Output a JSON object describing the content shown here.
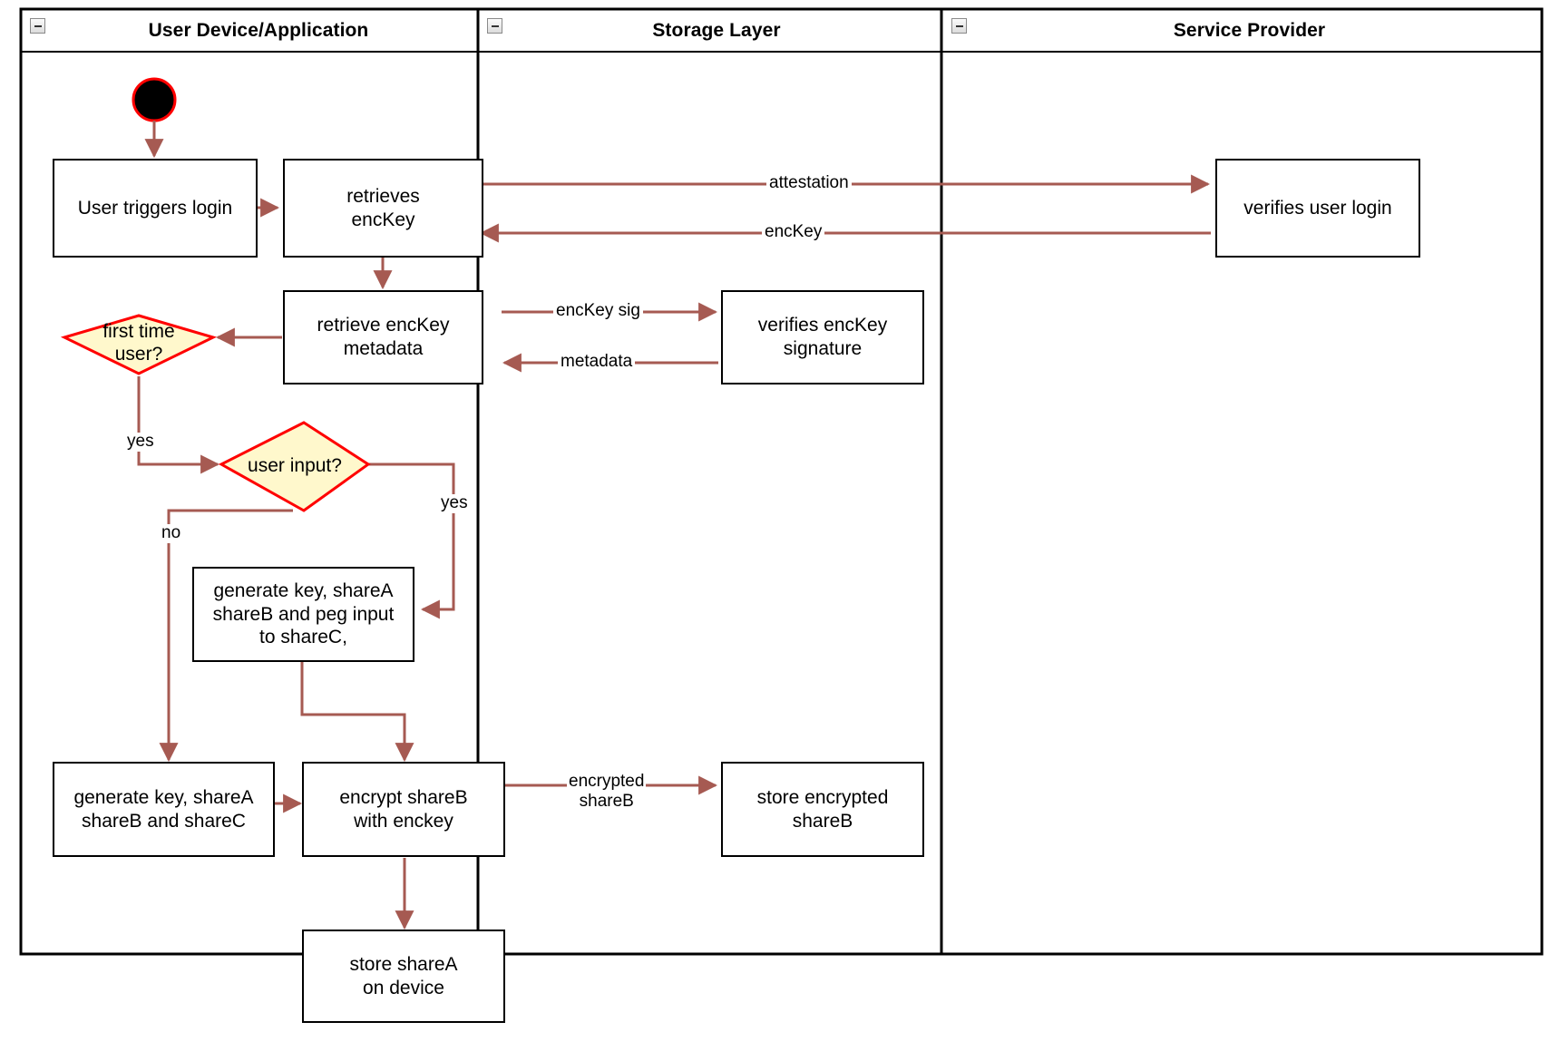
{
  "diagram": {
    "type": "uml-activity-swimlane",
    "colors": {
      "edge": "#a65a52",
      "node_border": "#000000",
      "node_fill": "#ffffff",
      "decision_fill": "#fff8cc",
      "decision_border": "#ff0000",
      "start_fill": "#000000",
      "start_border": "#ff0000",
      "lane_border": "#000000",
      "background": "#ffffff"
    }
  },
  "lanes": [
    {
      "id": "lane-user-device",
      "title": "User Device/Application",
      "collapse_icon": "minus-icon"
    },
    {
      "id": "lane-storage",
      "title": "Storage Layer",
      "collapse_icon": "minus-icon"
    },
    {
      "id": "lane-service-provider",
      "title": "Service Provider",
      "collapse_icon": "minus-icon"
    }
  ],
  "nodes": {
    "start": {
      "kind": "initial-node",
      "label": ""
    },
    "user_triggers_login": {
      "kind": "activity",
      "label": "User triggers login",
      "lane": "lane-user-device"
    },
    "retrieves_enckey": {
      "kind": "activity",
      "label": "retrieves\nencKey",
      "lane": "lane-user-device"
    },
    "retrieve_enckey_metadata": {
      "kind": "activity",
      "label": "retrieve encKey\nmetadata",
      "lane": "lane-user-device"
    },
    "first_time_user": {
      "kind": "decision",
      "label": "first time\nuser?",
      "lane": "lane-user-device"
    },
    "user_input": {
      "kind": "decision",
      "label": "user input?",
      "lane": "lane-user-device"
    },
    "generate_key_peg": {
      "kind": "activity",
      "label": "generate key, shareA\nshareB and peg input\nto shareC,",
      "lane": "lane-user-device"
    },
    "generate_key_shares": {
      "kind": "activity",
      "label": "generate key, shareA\nshareB and shareC",
      "lane": "lane-user-device"
    },
    "encrypt_shareb": {
      "kind": "activity",
      "label": "encrypt shareB\nwith enckey",
      "lane": "lane-user-device"
    },
    "store_sharea": {
      "kind": "activity",
      "label": "store shareA\non device",
      "lane": "lane-user-device"
    },
    "verifies_enckey_signature": {
      "kind": "activity",
      "label": "verifies encKey signature",
      "lane": "lane-storage"
    },
    "store_encrypted_shareb": {
      "kind": "activity",
      "label": "store encrypted\nshareB",
      "lane": "lane-storage"
    },
    "verifies_user_login": {
      "kind": "activity",
      "label": "verifies user login",
      "lane": "lane-service-provider"
    }
  },
  "edge_labels": {
    "attestation": "attestation",
    "enckey": "encKey",
    "enckey_sig": "encKey sig",
    "metadata": "metadata",
    "first_time_yes": "yes",
    "user_input_yes": "yes",
    "user_input_no": "no",
    "encrypted_shareb": "encrypted\nshareB"
  }
}
